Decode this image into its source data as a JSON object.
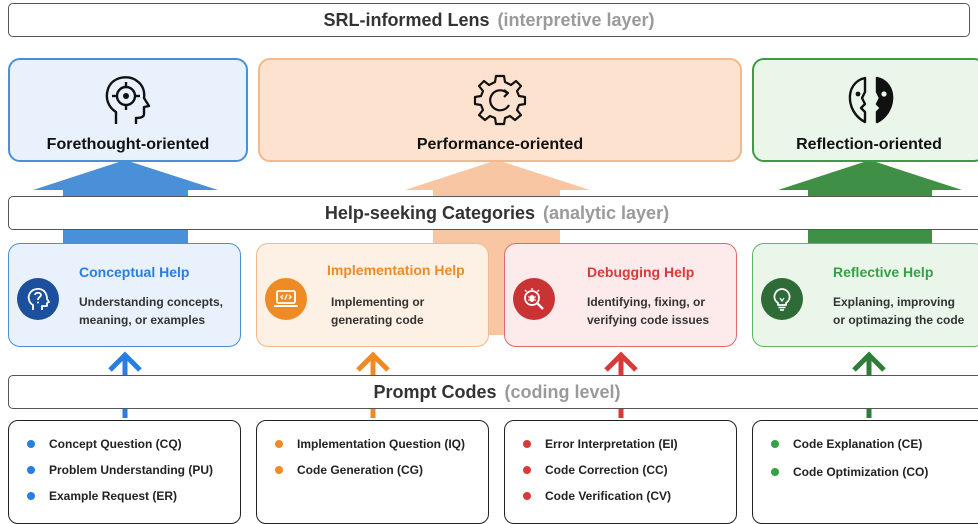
{
  "top_bar": {
    "title": "SRL-informed Lens",
    "subtitle": "(interpretive layer)"
  },
  "lenses": [
    {
      "label": "Forethought-oriented",
      "icon": "head-target-icon",
      "border": "#4a90d9",
      "fill": "#e8f1fc"
    },
    {
      "label": "Performance-oriented",
      "icon": "gear-cycle-icon",
      "border": "#f2b98c",
      "fill": "#fde3cf"
    },
    {
      "label": "Reflection-oriented",
      "icon": "faces-icon",
      "border": "#3f9a48",
      "fill": "#eaf6ea"
    }
  ],
  "middle_bar": {
    "title": "Help-seeking Categories",
    "subtitle": "(analytic layer)"
  },
  "categories": [
    {
      "title": "Conceptual Help",
      "line1": "Understanding concepts,",
      "line2": "meaning, or examples",
      "icon": "question-head-icon",
      "color": "#2a7de1",
      "circle": "#1c4f9c",
      "fill": "#e8f1fc"
    },
    {
      "title": "Implementation Help",
      "line1": "Implementing or",
      "line2": "generating code",
      "icon": "laptop-code-icon",
      "color": "#f08a24",
      "circle": "#f08a24",
      "fill": "#fdf0e4"
    },
    {
      "title": "Debugging Help",
      "line1": "Identifying, fixing, or",
      "line2": "verifying code issues",
      "icon": "bug-search-icon",
      "color": "#d83a3a",
      "circle": "#c93333",
      "fill": "#fdeaea"
    },
    {
      "title": "Reflective Help",
      "line1": "Explaning, improving",
      "line2": "or optimazing the code",
      "icon": "lightbulb-icon",
      "color": "#36a046",
      "circle": "#2f6b37",
      "fill": "#eaf6ea"
    }
  ],
  "bottom_bar": {
    "title": "Prompt Codes",
    "subtitle": "(coding level)"
  },
  "codes": [
    {
      "color": "#2a7de1",
      "items": [
        "Concept Question (CQ)",
        "Problem Understanding (PU)",
        "Example Request (ER)"
      ]
    },
    {
      "color": "#f08a24",
      "items": [
        "Implementation Question (IQ)",
        "Code Generation (CG)"
      ]
    },
    {
      "color": "#d83a3a",
      "items": [
        "Error Interpretation (EI)",
        "Code Correction (CC)",
        "Code Verification (CV)"
      ]
    },
    {
      "color": "#36a046",
      "items": [
        "Code Explanation (CE)",
        "Code Optimization (CO)"
      ]
    }
  ]
}
